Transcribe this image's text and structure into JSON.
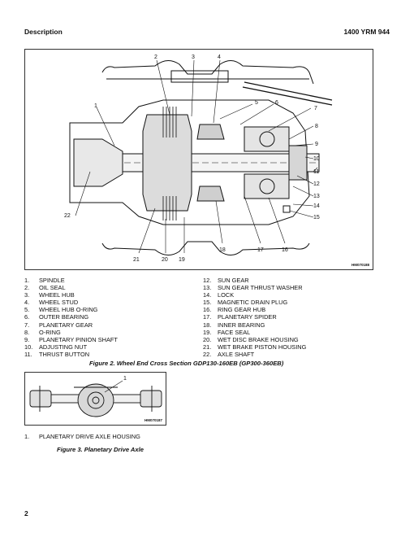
{
  "header": {
    "section": "Description",
    "doc_number": "1400 YRM 944"
  },
  "figure2": {
    "id_label": "HM070188",
    "caption": "Figure 2.  Wheel End Cross Section GDP130-160EB (GP300-360EB)",
    "callout_numbers": [
      "1",
      "2",
      "3",
      "4",
      "5",
      "6",
      "7",
      "8",
      "9",
      "10",
      "11",
      "12",
      "13",
      "14",
      "15",
      "16",
      "17",
      "18",
      "19",
      "20",
      "21",
      "22"
    ],
    "parts_left": [
      {
        "num": "1.",
        "name": "SPINDLE"
      },
      {
        "num": "2.",
        "name": "OIL SEAL"
      },
      {
        "num": "3.",
        "name": "WHEEL HUB"
      },
      {
        "num": "4.",
        "name": "WHEEL STUD"
      },
      {
        "num": "5.",
        "name": "WHEEL HUB O-RING"
      },
      {
        "num": "6.",
        "name": "OUTER BEARING"
      },
      {
        "num": "7.",
        "name": "PLANETARY GEAR"
      },
      {
        "num": "8.",
        "name": "O-RING"
      },
      {
        "num": "9.",
        "name": "PLANETARY PINION SHAFT"
      },
      {
        "num": "10.",
        "name": "ADJUSTING NUT"
      },
      {
        "num": "11.",
        "name": "THRUST BUTTON"
      }
    ],
    "parts_right": [
      {
        "num": "12.",
        "name": "SUN GEAR"
      },
      {
        "num": "13.",
        "name": "SUN GEAR THRUST WASHER"
      },
      {
        "num": "14.",
        "name": "LOCK"
      },
      {
        "num": "15.",
        "name": "MAGNETIC DRAIN PLUG"
      },
      {
        "num": "16.",
        "name": "RING GEAR HUB"
      },
      {
        "num": "17.",
        "name": "PLANETARY SPIDER"
      },
      {
        "num": "18.",
        "name": "INNER BEARING"
      },
      {
        "num": "19.",
        "name": "FACE SEAL"
      },
      {
        "num": "20.",
        "name": "WET DISC BRAKE HOUSING"
      },
      {
        "num": "21.",
        "name": "WET BRAKE PISTON HOUSING"
      },
      {
        "num": "22.",
        "name": "AXLE SHAFT"
      }
    ]
  },
  "figure3": {
    "id_label": "HM070187",
    "callout_number": "1",
    "parts": [
      {
        "num": "1.",
        "name": "PLANETARY DRIVE AXLE HOUSING"
      }
    ],
    "caption": "Figure 3.  Planetary Drive Axle"
  },
  "page_number": "2"
}
